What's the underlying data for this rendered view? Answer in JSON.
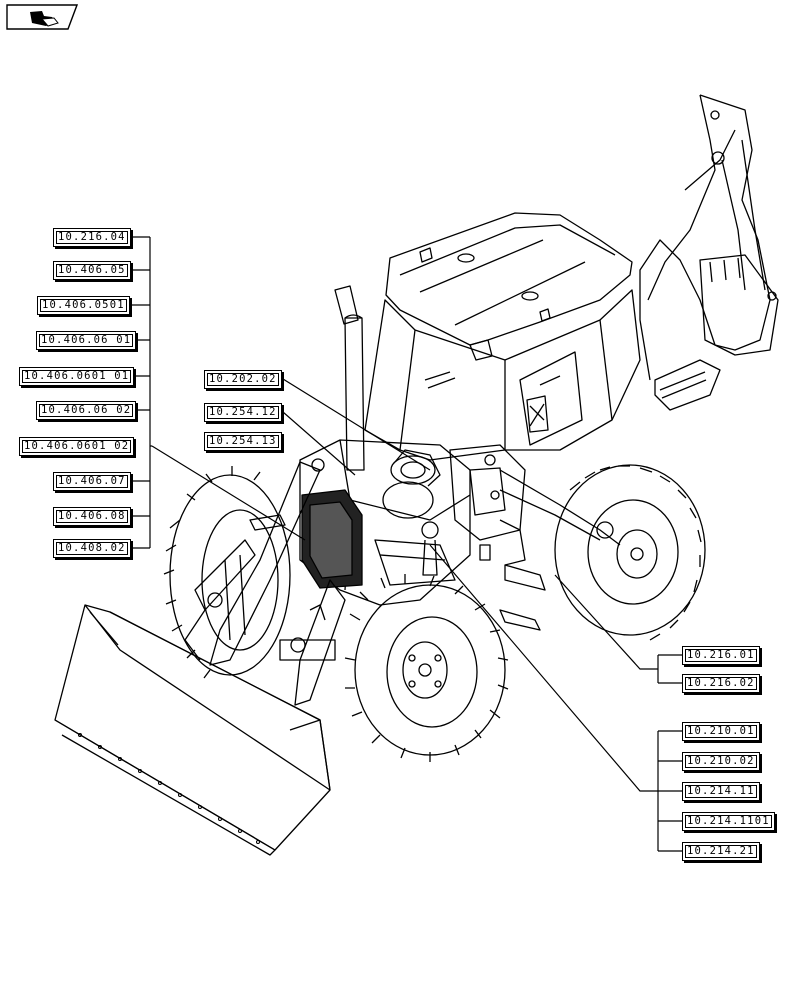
{
  "nav_icon": "page-navigation-icon",
  "left_labels": [
    "10.216.04",
    "10.406.05",
    "10.406.0501",
    "10.406.06 01",
    "10.406.0601 01",
    "10.406.06 02",
    "10.406.0601 02",
    "10.406.07",
    "10.406.08",
    "10.408.02"
  ],
  "center_labels": [
    "10.202.02",
    "10.254.12",
    "10.254.13"
  ],
  "right_upper_labels": [
    "10.216.01",
    "10.216.02"
  ],
  "right_lower_labels": [
    "10.210.01",
    "10.210.02",
    "10.214.11",
    "10.214.1101",
    "10.214.21"
  ]
}
